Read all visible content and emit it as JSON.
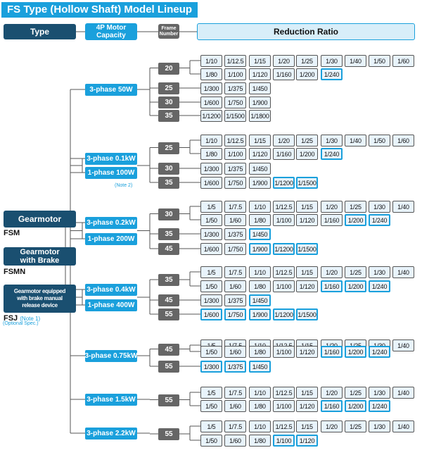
{
  "title": "FS Type (Hollow Shaft) Model Lineup",
  "header": {
    "type": "Type",
    "motor_capacity_line1": "4P Motor",
    "motor_capacity_line2": "Capacity",
    "frame_line1": "Frame",
    "frame_line2": "Number",
    "reduction_ratio": "Reduction Ratio"
  },
  "colors": {
    "accent_blue": "#1aa0dc",
    "dark_navy": "#1a4f70",
    "frame_gray": "#666666",
    "chip_fill": "#e8f3fb"
  },
  "types": [
    {
      "label": "Gearmotor",
      "model": "FSM"
    },
    {
      "label_line1": "Gearmotor",
      "label_line2": "with Brake",
      "model": "FSMN"
    },
    {
      "label_line1": "Gearmotor equipped",
      "label_line2": "with brake manual",
      "label_line3": "release device",
      "model": "FSJ",
      "note": "(Note 1)",
      "optional": "(Optional Spec.)"
    }
  ],
  "groups": [
    {
      "motors": [
        "3-phase 50W"
      ],
      "frames": [
        {
          "frame": "20",
          "rows": [
            [
              "1/10",
              "1/12.5",
              "1/15",
              "1/20",
              "1/25",
              "1/30",
              "1/40",
              "1/50",
              "1/60"
            ],
            [
              "1/80",
              "1/100",
              "1/120",
              "1/160",
              "1/200",
              "1/240"
            ]
          ],
          "highlight": [
            [
              "1/240"
            ]
          ]
        },
        {
          "frame": "25",
          "rows": [
            [
              "1/300",
              "1/375",
              "1/450"
            ]
          ],
          "highlight": []
        },
        {
          "frame": "30",
          "rows": [
            [
              "1/600",
              "1/750",
              "1/900"
            ]
          ],
          "highlight": []
        },
        {
          "frame": "35",
          "rows": [
            [
              "1/1200",
              "1/1500",
              "1/1800"
            ]
          ],
          "highlight": []
        }
      ]
    },
    {
      "motors": [
        "3-phase 0.1kW",
        "1-phase 100W"
      ],
      "note": "(Note 2)",
      "frames": [
        {
          "frame": "25",
          "rows": [
            [
              "1/10",
              "1/12.5",
              "1/15",
              "1/20",
              "1/25",
              "1/30",
              "1/40",
              "1/50",
              "1/60"
            ],
            [
              "1/80",
              "1/100",
              "1/120",
              "1/160",
              "1/200",
              "1/240"
            ]
          ],
          "highlight": [
            [
              "1/240"
            ]
          ]
        },
        {
          "frame": "30",
          "rows": [
            [
              "1/300",
              "1/375",
              "1/450"
            ]
          ],
          "highlight": []
        },
        {
          "frame": "35",
          "rows": [
            [
              "1/600",
              "1/750",
              "1/900",
              "1/1200",
              "1/1500"
            ]
          ],
          "highlight": [
            [
              "1/1200",
              "1/1500"
            ]
          ]
        }
      ]
    },
    {
      "motors": [
        "3-phase 0.2kW",
        "1-phase 200W"
      ],
      "frames": [
        {
          "frame": "30",
          "rows": [
            [
              "1/5",
              "1/7.5",
              "1/10",
              "1/12.5",
              "1/15",
              "1/20",
              "1/25",
              "1/30",
              "1/40"
            ],
            [
              "1/50",
              "1/60",
              "1/80",
              "1/100",
              "1/120",
              "1/160",
              "1/200",
              "1/240"
            ]
          ],
          "highlight": [
            [
              "1/200",
              "1/240"
            ]
          ]
        },
        {
          "frame": "35",
          "rows": [
            [
              "1/300",
              "1/375",
              "1/450"
            ]
          ],
          "highlight": [
            [
              "1/450"
            ]
          ]
        },
        {
          "frame": "45",
          "rows": [
            [
              "1/600",
              "1/750",
              "1/900",
              "1/1200",
              "1/1500"
            ]
          ],
          "highlight": [
            [
              "1/900",
              "1/1200",
              "1/1500"
            ]
          ]
        }
      ]
    },
    {
      "motors": [
        "3-phase 0.4kW",
        "1-phase 400W"
      ],
      "frames": [
        {
          "frame": "35",
          "rows": [
            [
              "1/5",
              "1/7.5",
              "1/10",
              "1/12.5",
              "1/15",
              "1/20",
              "1/25",
              "1/30",
              "1/40"
            ],
            [
              "1/50",
              "1/60",
              "1/80",
              "1/100",
              "1/120",
              "1/160",
              "1/200",
              "1/240"
            ]
          ],
          "highlight": [
            [
              "1/160",
              "1/200",
              "1/240"
            ]
          ]
        },
        {
          "frame": "45",
          "rows": [
            [
              "1/300",
              "1/375",
              "1/450"
            ]
          ],
          "highlight": [
            [
              "1/450"
            ]
          ]
        },
        {
          "frame": "55",
          "rows": [
            [
              "1/600",
              "1/750",
              "1/900",
              "1/1200",
              "1/1500"
            ]
          ],
          "highlight": [
            [
              "1/600",
              "1/750",
              "1/900",
              "1/1200",
              "1/1500"
            ]
          ]
        }
      ]
    },
    {
      "motors": [
        "3-phase 0.75kW"
      ],
      "frames": [
        {
          "frame": "45",
          "rows": [
            [
              "1/5",
              "1/7.5",
              "1/10",
              "1/12.5",
              "1/15",
              "1/20",
              "1/25",
              "1/30",
              "1/40"
            ],
            [
              "1/50",
              "1/60",
              "1/80",
              "1/100",
              "1/120",
              "1/160",
              "1/200",
              "1/240"
            ]
          ],
          "highlight": [
            [
              "1/160",
              "1/200",
              "1/240"
            ]
          ]
        },
        {
          "frame": "55",
          "rows": [
            [
              "1/300",
              "1/375",
              "1/450"
            ]
          ],
          "highlight": [
            [
              "1/300",
              "1/375",
              "1/450"
            ]
          ]
        }
      ]
    },
    {
      "motors": [
        "3-phase 1.5kW"
      ],
      "frames": [
        {
          "frame": "55",
          "rows": [
            [
              "1/5",
              "1/7.5",
              "1/10",
              "1/12.5",
              "1/15",
              "1/20",
              "1/25",
              "1/30",
              "1/40"
            ],
            [
              "1/50",
              "1/60",
              "1/80",
              "1/100",
              "1/120",
              "1/160",
              "1/200",
              "1/240"
            ]
          ],
          "highlight": [
            [
              "1/160",
              "1/200",
              "1/240"
            ]
          ]
        }
      ]
    },
    {
      "motors": [
        "3-phase 2.2kW"
      ],
      "frames": [
        {
          "frame": "55",
          "rows": [
            [
              "1/5",
              "1/7.5",
              "1/10",
              "1/12.5",
              "1/15",
              "1/20",
              "1/25",
              "1/30",
              "1/40"
            ],
            [
              "1/50",
              "1/60",
              "1/80",
              "1/100",
              "1/120"
            ]
          ],
          "highlight": [
            [
              "1/100",
              "1/120"
            ]
          ]
        }
      ]
    }
  ]
}
